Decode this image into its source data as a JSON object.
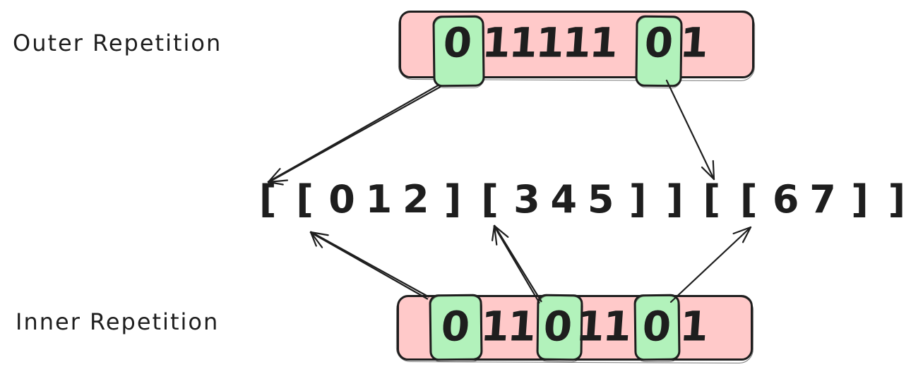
{
  "diagram": {
    "outer_label": "Outer Repetition",
    "inner_label": "Inner Repetition",
    "outer_bits": {
      "values": [
        "0",
        "1",
        "1",
        "1",
        "1",
        "1",
        "0",
        "1"
      ],
      "highlighted": [
        0,
        6
      ]
    },
    "inner_bits": {
      "values": [
        "0",
        "1",
        "1",
        "0",
        "1",
        "1",
        "0",
        "1"
      ],
      "highlighted": [
        0,
        3,
        6
      ]
    },
    "expression_tokens": [
      "[",
      "[",
      "0",
      "1",
      "2",
      "]",
      "[",
      "3",
      "4",
      "5",
      "]",
      "]",
      "[",
      "[",
      "6",
      "7",
      "]",
      "]"
    ],
    "expression_text": "[ [ 0 1 2 ] [ 3 4 5 ] ] [ [ 6 7 ] ]",
    "colors": {
      "box_fill": "#ffc9c9",
      "highlight_fill": "#b2f2bb",
      "stroke": "#1e1e1e",
      "background": "#ffffff"
    }
  }
}
